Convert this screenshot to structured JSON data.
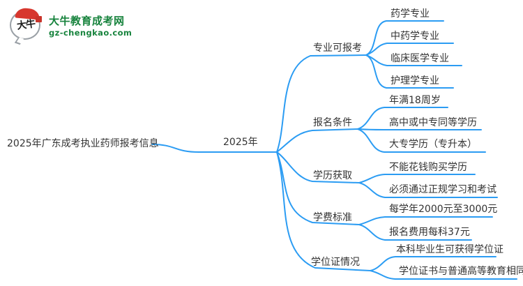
{
  "colors": {
    "line": "#2b9cf3",
    "text": "#333333",
    "logo_green": "#17833d",
    "logo_red": "#d7372e"
  },
  "logo": {
    "icon_chars": "大牛",
    "title": "大牛教育成考网",
    "domain": "gz-chengkao.com"
  },
  "mindmap": {
    "root": "2025年广东成考执业药师报考信息",
    "center": "2025年",
    "branches": [
      {
        "label": "专业可报考",
        "children": [
          "药学专业",
          "中药学专业",
          "临床医学专业",
          "护理学专业"
        ]
      },
      {
        "label": "报名条件",
        "children": [
          "年满18周岁",
          "高中或中专同等学历",
          "大专学历（专升本）"
        ]
      },
      {
        "label": "学历获取",
        "children": [
          "不能花钱购买学历",
          "必须通过正规学习和考试"
        ]
      },
      {
        "label": "学费标准",
        "children": [
          "每学年2000元至3000元",
          "报名费用每科37元"
        ]
      },
      {
        "label": "学位证情况",
        "children": [
          "本科毕业生可获得学位证",
          "学位证书与普通高等教育相同"
        ]
      }
    ]
  }
}
